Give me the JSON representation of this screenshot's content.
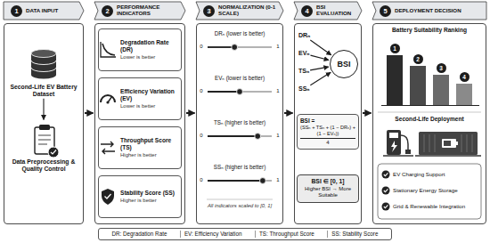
{
  "diagram": {
    "nodes": [
      {
        "text": [
          "1",
          "DATA INPUT"
        ]
      },
      {
        "text": [
          "Second-Life EV Battery Dataset"
        ],
        "in": 0
      },
      {
        "text": [
          "Data Preprocessing & Quality Control"
        ],
        "in": 0
      },
      {
        "text": [
          "2",
          "PERFORMANCE INDICATORS"
        ]
      },
      {
        "text": [
          "Degradation Rate (DR)",
          "Lower is better"
        ],
        "in": 3
      },
      {
        "text": [
          "Efficiency Variation (EV)",
          "Lower is better"
        ],
        "in": 3
      },
      {
        "text": [
          "Throughput Score (TS)",
          "Higher is better"
        ],
        "in": 3
      },
      {
        "text": [
          "Stability Score (SS)",
          "Higher is better"
        ],
        "in": 3
      },
      {
        "text": [
          "3",
          "NORMALIZATION (0-1 SCALE)"
        ]
      },
      {
        "text": [
          "4",
          "BSI EVALUATION"
        ]
      },
      {
        "text": [
          "DRₙ"
        ],
        "in": 9
      },
      {
        "text": [
          "EVₙ"
        ],
        "in": 9
      },
      {
        "text": [
          "TSₙ"
        ],
        "in": 9
      },
      {
        "text": [
          "SSₙ"
        ],
        "in": 9
      },
      {
        "text": [
          "BSI"
        ],
        "in": 9
      },
      {
        "text": [
          "BSI =",
          "(SSₙ + TSₙ + (1 − DRₙ) + (1 − EVₙ))",
          "4"
        ],
        "in": 9
      },
      {
        "text": [
          "BSI ∈ [0, 1]",
          "Higher BSI → More Suitable"
        ],
        "in": 9
      },
      {
        "text": [
          "5",
          "DEPLOYMENT DECISION"
        ]
      }
    ],
    "edges": [
      {
        "from": 1,
        "to": 2,
        "arrow": "to"
      },
      {
        "from": 0,
        "to": 3,
        "arrow": "to"
      },
      {
        "from": 3,
        "to": 8,
        "arrow": "to"
      },
      {
        "from": 8,
        "to": 9,
        "arrow": "to"
      },
      {
        "from": 10,
        "to": 14,
        "arrow": "to"
      },
      {
        "from": 11,
        "to": 14,
        "arrow": "to"
      },
      {
        "from": 12,
        "to": 14,
        "arrow": "to"
      },
      {
        "from": 13,
        "to": 14,
        "arrow": "to"
      },
      {
        "from": 9,
        "to": 17,
        "arrow": "to"
      }
    ],
    "labels": [
      "DRₙ (lower is better)",
      "0",
      "1",
      "EVₙ (lower is better)",
      "0",
      "1",
      "TSₙ (higher is better)",
      "0",
      "1",
      "SSₙ (higher is better)",
      "0",
      "1",
      "All indicators scaled to [0, 1]",
      "Battery Suitability Ranking",
      "1",
      "2",
      "3",
      "4",
      "Second-Life Deployment",
      "EV Charging Support",
      "Stationary Energy Storage",
      "Grid & Renewable Integration"
    ],
    "legend": [
      {
        "text": "DR: Degradation Rate"
      },
      {
        "text": "EV: Efficiency Variation"
      },
      {
        "text": "TS: Throughput Score"
      },
      {
        "text": "SS: Stability Score"
      }
    ]
  }
}
